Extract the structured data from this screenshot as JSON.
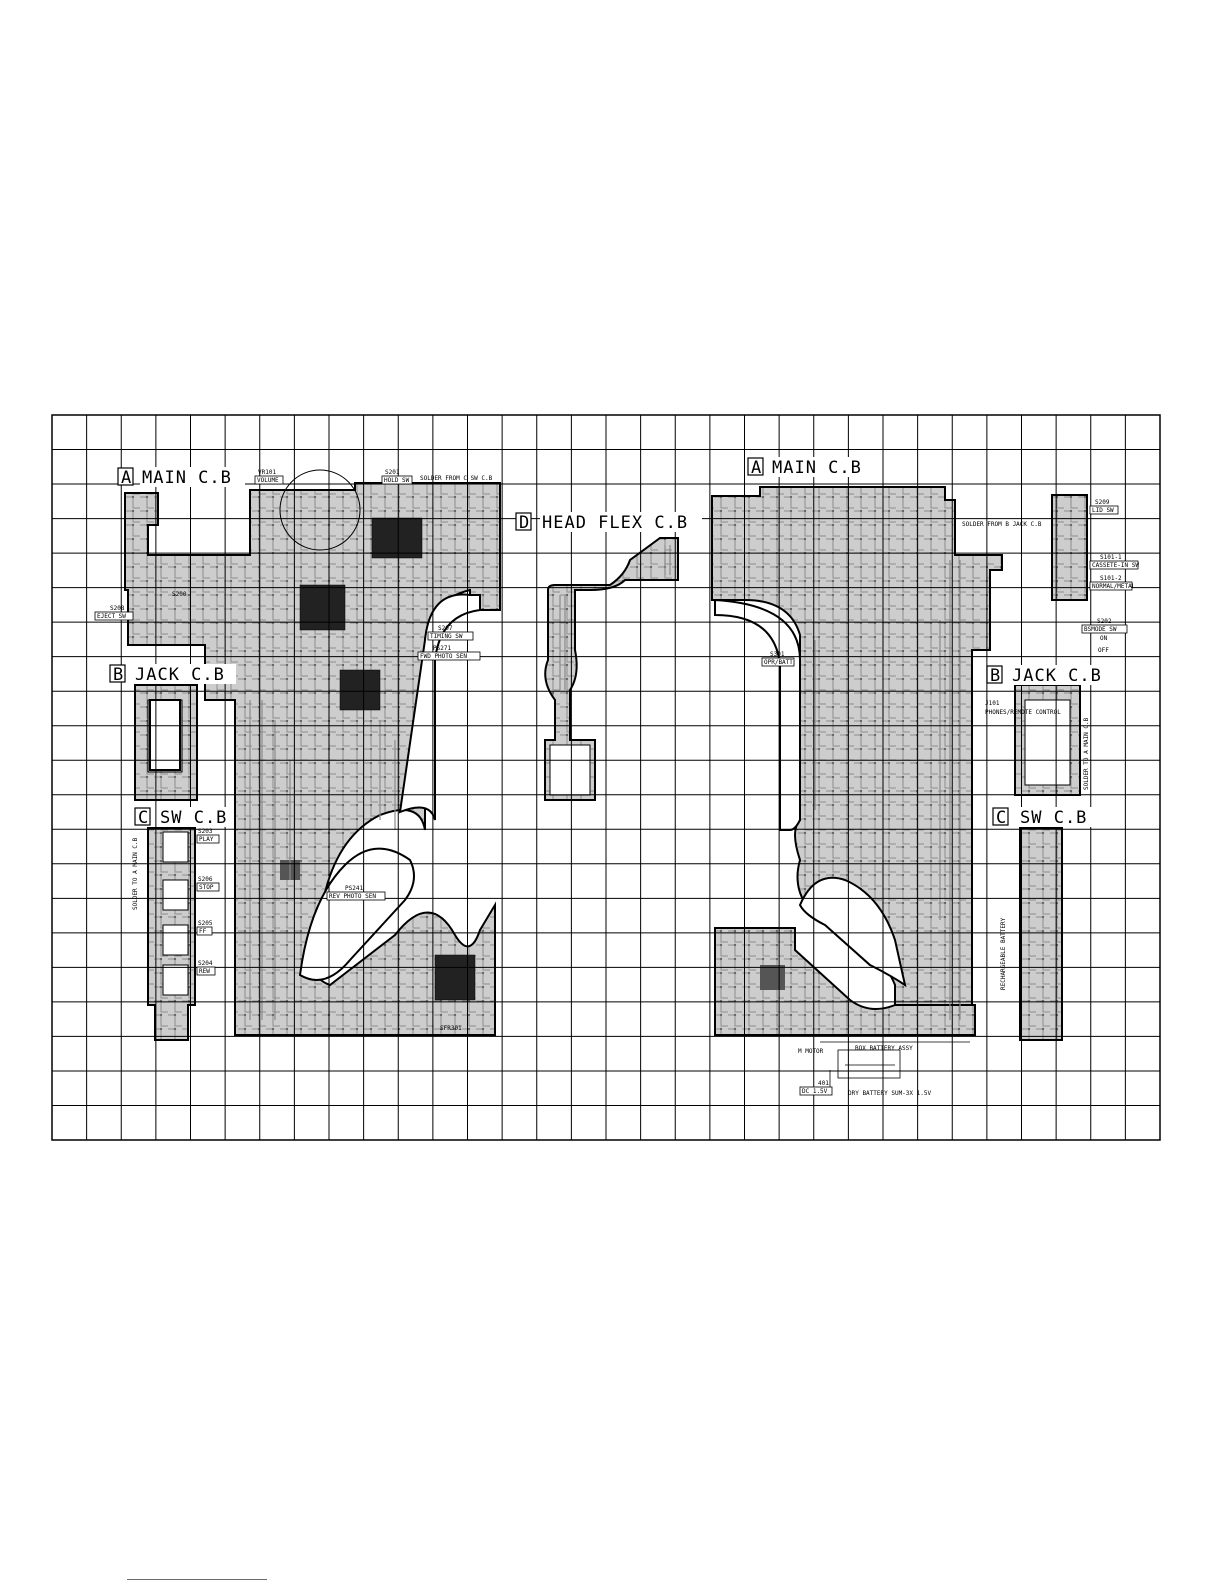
{
  "titles": {
    "main_left": "MAIN C.B",
    "main_right": "MAIN C.B",
    "jack_left": "JACK C.B",
    "jack_right": "JACK C.B",
    "sw_left": "SW C.B",
    "sw_right": "SW C.B",
    "head_flex": "HEAD FLEX C.B"
  },
  "title_letters": {
    "main_left": "A",
    "main_right": "A",
    "jack_left": "B",
    "jack_right": "B",
    "sw_left": "C",
    "sw_right": "C",
    "head_flex": "D"
  },
  "labels": {
    "vr101": "VR101",
    "volume": "VOLUME",
    "s201": "S201",
    "hold_sw": "HOLD SW",
    "solder_from_sw": "SOLDER FROM C SW C.B",
    "s208": "S208",
    "eject_sw": "EJECT SW",
    "s200_left": "S200",
    "s207": "S207",
    "timing_sw": "TIMING SW",
    "ps271": "PS271",
    "fwd_photo_sen": "FWD PHOTO SEN",
    "ps241": "PS241",
    "rev_photo_sen": "REV PHOTO SEN",
    "sfr301": "SFR301",
    "s203": "S203",
    "s203_fn": "PLAY",
    "s206": "S206",
    "s206_fn": "STOP",
    "s205": "S205",
    "s205_fn": "FF",
    "s204": "S204",
    "s204_fn": "REW",
    "solder_to_main": "SOLDER TO A MAIN C.B",
    "solder_from_jack": "SOLDER FROM B JACK C.B",
    "s209": "S209",
    "lid_sw": "LID SW",
    "s101_1": "S101-1",
    "cassette_in_sw": "CASSETE-IN SW",
    "s101_2": "S101-2",
    "normal_metal": "NORMAL/METAL",
    "s202": "S202",
    "bsmode_sw": "BSMODE SW",
    "on": "ON",
    "off": "OFF",
    "j101": "J101",
    "phones": "PHONES/REMOTE CONTROL",
    "s301": "S301",
    "opr_batt": "OPR/BATT",
    "rechargeable": "RECHARGEABLE BATTERY",
    "m_motor": "M MOTOR",
    "box_battery": "BOX BATTERY ASSY",
    "dry_battery": "DRY BATTERY SUM-3X 1.5V",
    "dc_in": "DC 1.5V",
    "p401": "401"
  }
}
